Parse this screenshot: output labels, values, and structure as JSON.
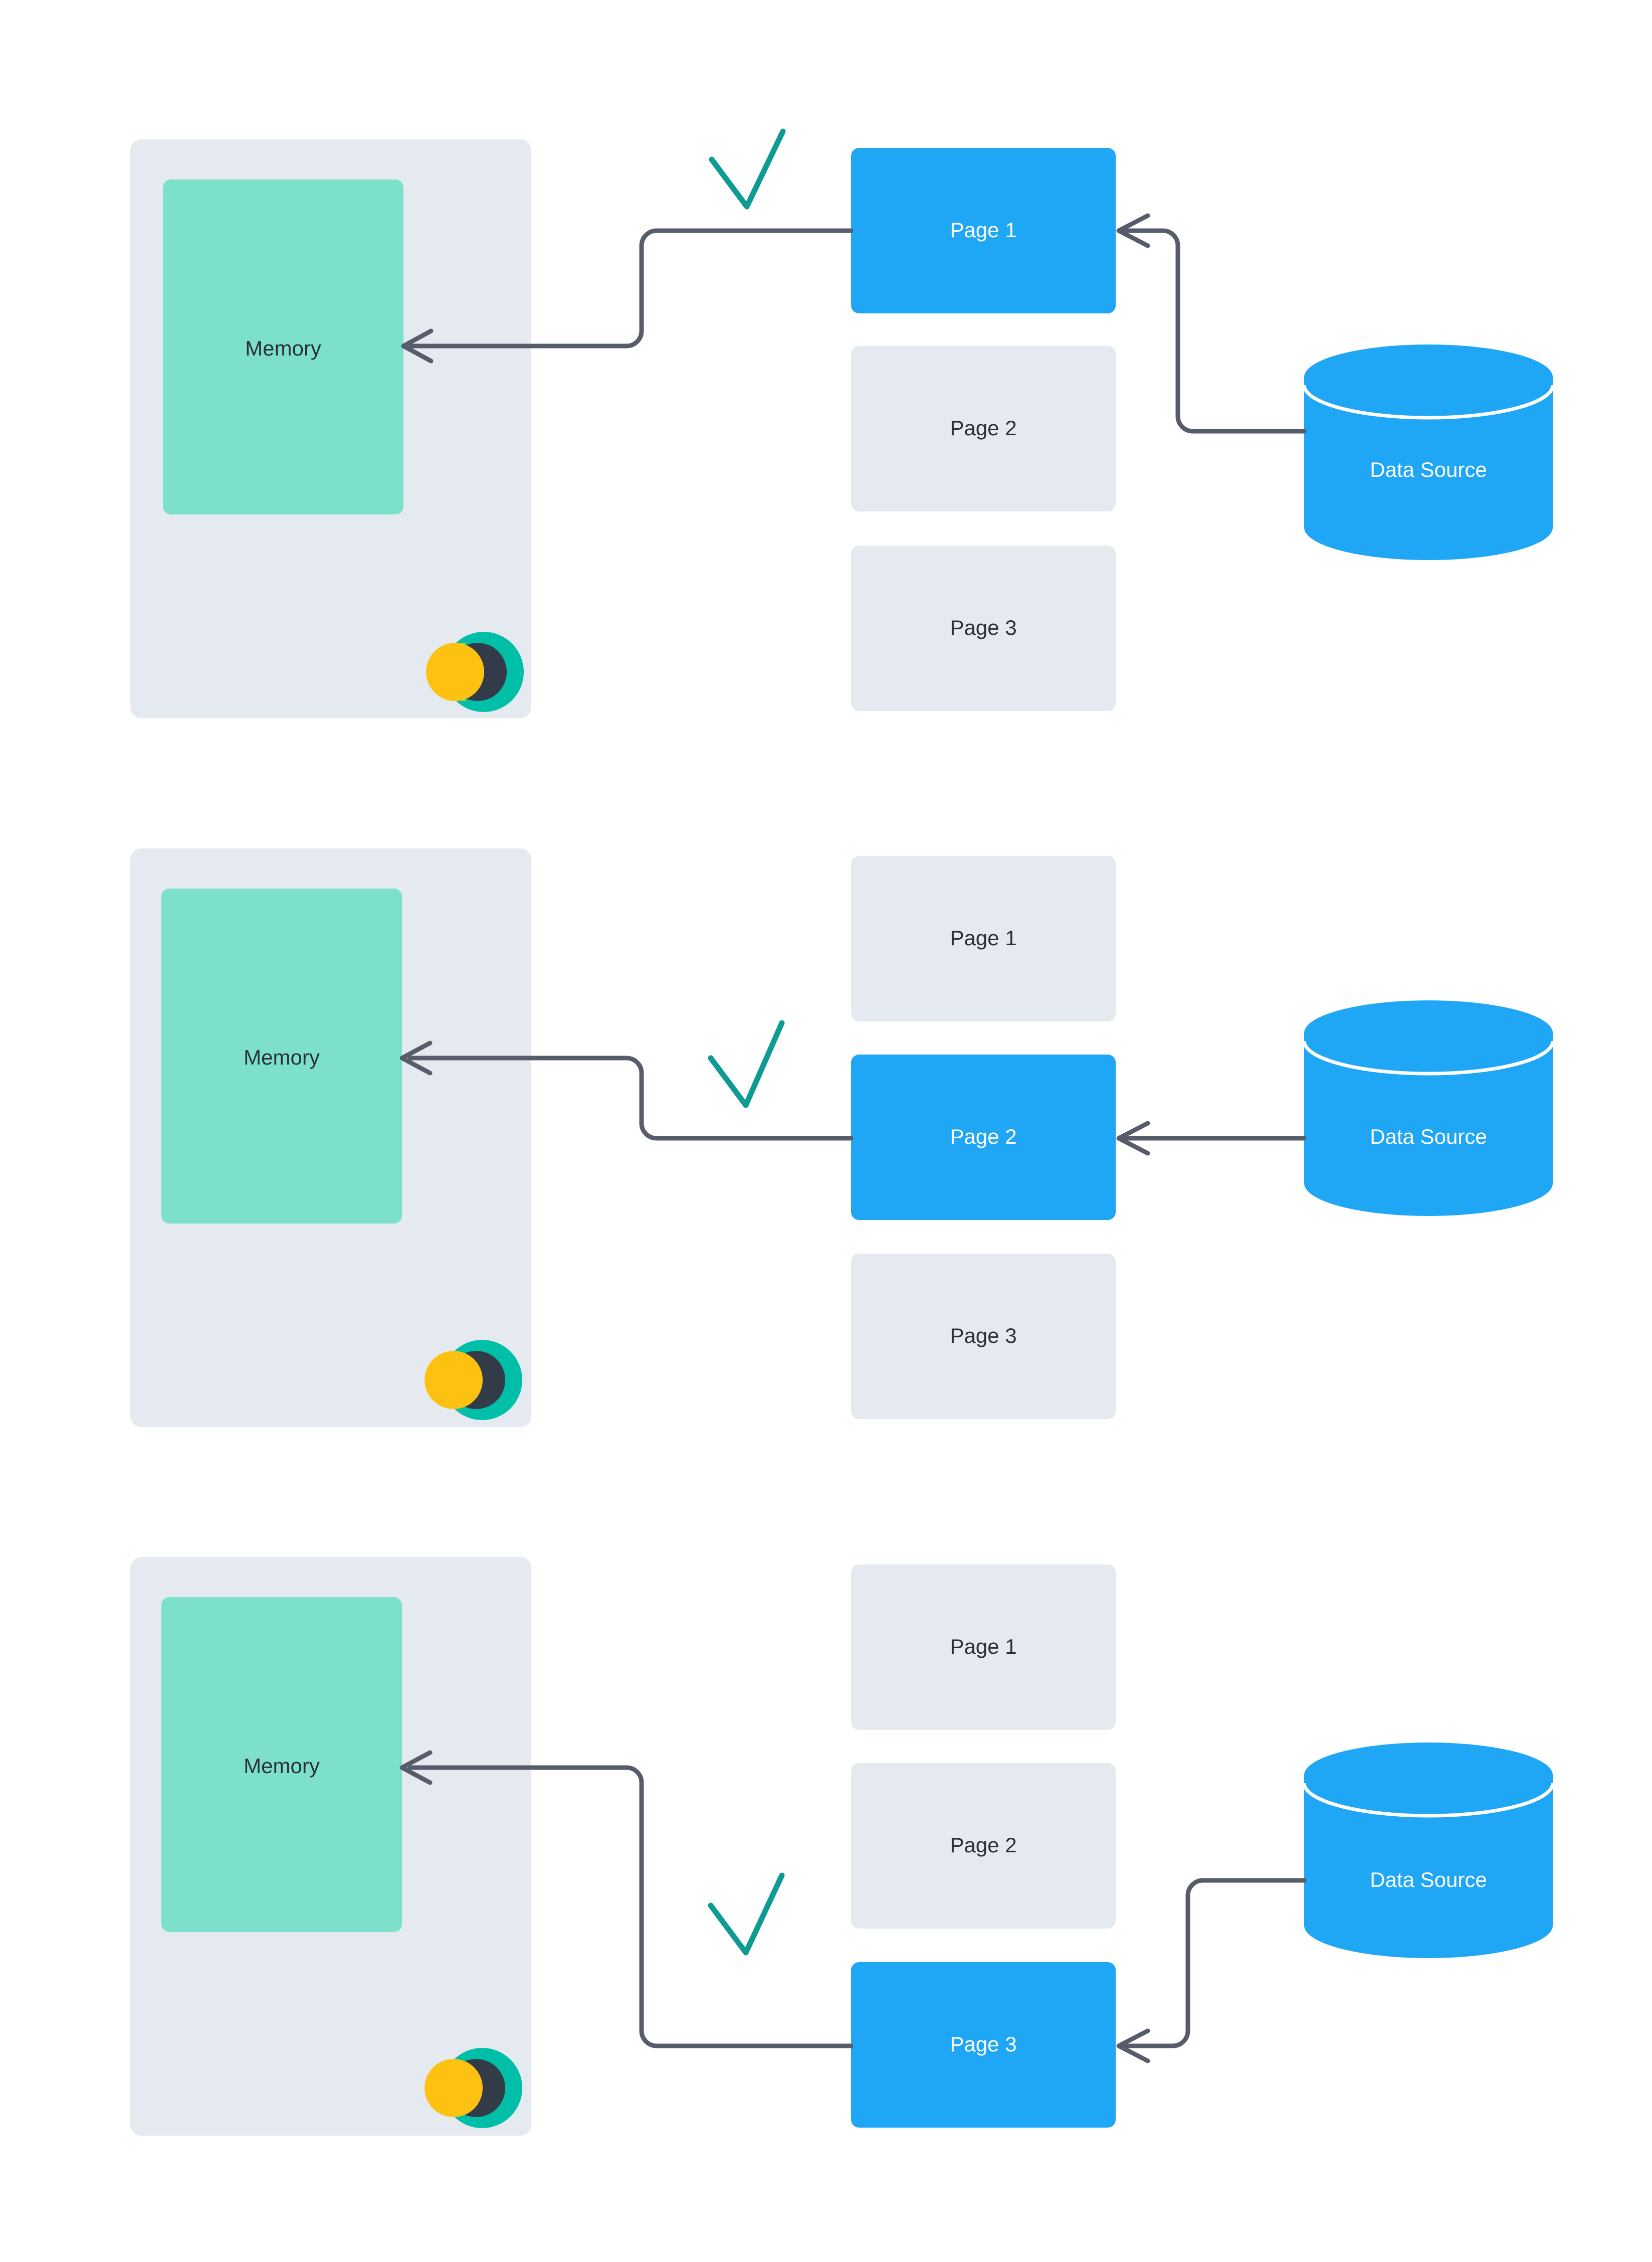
{
  "meta": {
    "title": "Paging / Lazy Loading Memory Diagram",
    "background_color": "#ffffff"
  },
  "colors": {
    "panel_background": "#e5e9f0",
    "memory_fill": "#7ce0cd",
    "page_idle": "#e5e9f0",
    "page_active": "#1fa6f5",
    "data_source": "#1fa6f5",
    "connector": "#575c6b",
    "check": "#0d9b94",
    "label_dark": "#2b2f36",
    "label_light": "#ffffff",
    "logo_teal": "#00bfa9",
    "logo_dark": "#333b48",
    "logo_yellow": "#fdc211"
  },
  "labels": {
    "memory": "Memory",
    "data_source": "Data Source",
    "page_1": "Page 1",
    "page_2": "Page 2",
    "page_3": "Page 3"
  },
  "panels": [
    {
      "id": "panel-1",
      "step": 1,
      "memory_label": "Memory",
      "data_source_label": "Data Source",
      "active_page": "Page 1",
      "pages": [
        {
          "label": "Page 1",
          "state": "active"
        },
        {
          "label": "Page 2",
          "state": "idle"
        },
        {
          "label": "Page 3",
          "state": "idle"
        }
      ],
      "check_visible": true,
      "logo_visible": true
    },
    {
      "id": "panel-2",
      "step": 2,
      "memory_label": "Memory",
      "data_source_label": "Data Source",
      "active_page": "Page 2",
      "pages": [
        {
          "label": "Page 1",
          "state": "idle"
        },
        {
          "label": "Page 2",
          "state": "active"
        },
        {
          "label": "Page 3",
          "state": "idle"
        }
      ],
      "check_visible": true,
      "logo_visible": true
    },
    {
      "id": "panel-3",
      "step": 3,
      "memory_label": "Memory",
      "data_source_label": "Data Source",
      "active_page": "Page 3",
      "pages": [
        {
          "label": "Page 1",
          "state": "idle"
        },
        {
          "label": "Page 2",
          "state": "idle"
        },
        {
          "label": "Page 3",
          "state": "active"
        }
      ],
      "check_visible": true,
      "logo_visible": true
    }
  ]
}
